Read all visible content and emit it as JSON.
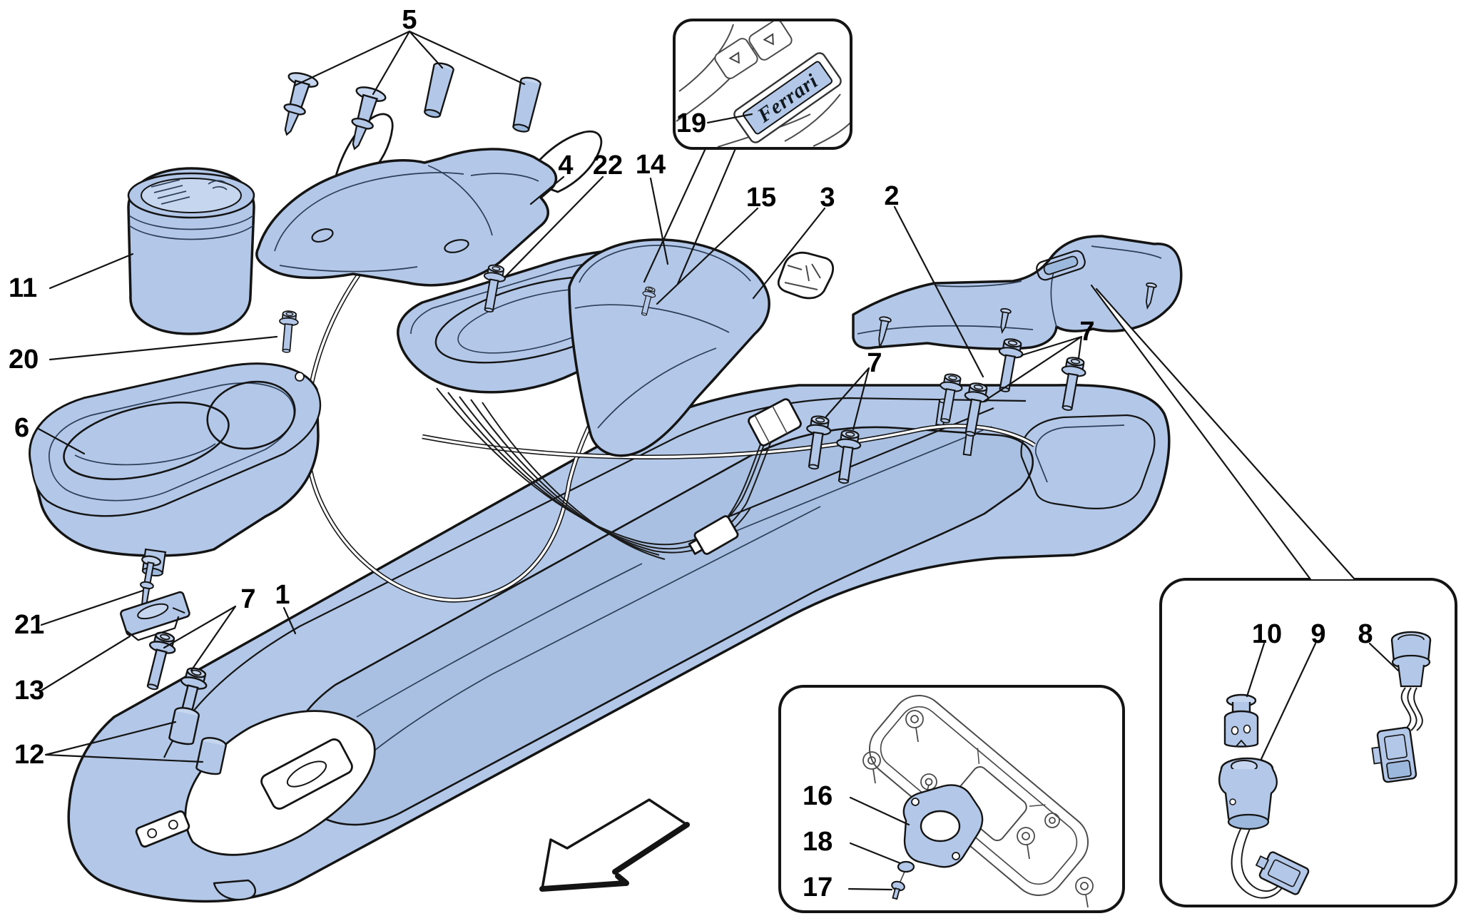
{
  "diagram": {
    "type": "exploded-parts-diagram",
    "subject": "center console tunnel assembly",
    "badge_text": "Ferrari",
    "colors": {
      "part_fill": "#b3c8e8",
      "recess_fill": "#a9c0e2",
      "outline": "#141414",
      "background": "#ffffff"
    },
    "callouts": {
      "p1": "1",
      "p2": "2",
      "p3": "3",
      "p4": "4",
      "p5": "5",
      "p6": "6",
      "p7": "7",
      "p8": "8",
      "p9": "9",
      "p10": "10",
      "p11": "11",
      "p12": "12",
      "p13": "13",
      "p14": "14",
      "p15": "15",
      "p16": "16",
      "p17": "17",
      "p18": "18",
      "p19": "19",
      "p20": "20",
      "p21": "21",
      "p22": "22"
    }
  }
}
